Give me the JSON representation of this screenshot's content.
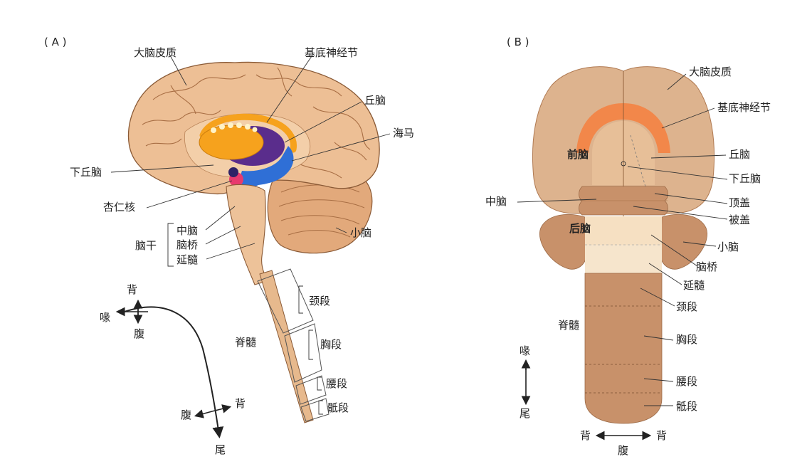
{
  "panel_a": {
    "tag": "( A )",
    "labels": {
      "cortex": "大脑皮质",
      "basal_ganglia": "基底神经节",
      "thalamus": "丘脑",
      "hippocampus": "海马",
      "hypothalamus": "下丘脑",
      "amygdala": "杏仁核",
      "cerebellum": "小脑",
      "brainstem": "脑干",
      "midbrain": "中脑",
      "pons": "脑桥",
      "medulla": "延髓",
      "spinal_cord": "脊髓",
      "cervical": "颈段",
      "thoracic": "胸段",
      "lumbar": "腰段",
      "sacral": "骶段"
    },
    "axes": {
      "dorsal_top": "背",
      "rostral": "喙",
      "ventral_top": "腹",
      "ventral_bottom": "腹",
      "dorsal_bottom": "背",
      "caudal": "尾"
    }
  },
  "panel_b": {
    "tag": "( B )",
    "labels": {
      "cortex": "大脑皮质",
      "basal_ganglia": "基底神经节",
      "thalamus": "丘脑",
      "hypothalamus": "下丘脑",
      "forebrain": "前脑",
      "midbrain": "中脑",
      "tectum": "顶盖",
      "tegmentum": "被盖",
      "hindbrain": "后脑",
      "cerebellum": "小脑",
      "pons": "脑桥",
      "medulla": "延髓",
      "spinal_cord": "脊髓",
      "cervical": "颈段",
      "thoracic": "胸段",
      "lumbar": "腰段",
      "sacral": "骶段"
    },
    "axes": {
      "rostral": "喙",
      "caudal": "尾",
      "dorsal_left": "背",
      "dorsal_right": "背",
      "ventral": "腹"
    }
  },
  "colors": {
    "brain_tan": "#e9b98f",
    "cortex_dark": "#c98e62",
    "basal_ganglia_orange": "#f6a21d",
    "thalamus_purple": "#5a2d8c",
    "hippocampus_blue": "#2f6fd6",
    "amygdala_pink": "#e83a6e",
    "schematic_tan": "#ddb38e",
    "schematic_brown": "#c8916a",
    "schematic_light": "#f6e0c2"
  }
}
